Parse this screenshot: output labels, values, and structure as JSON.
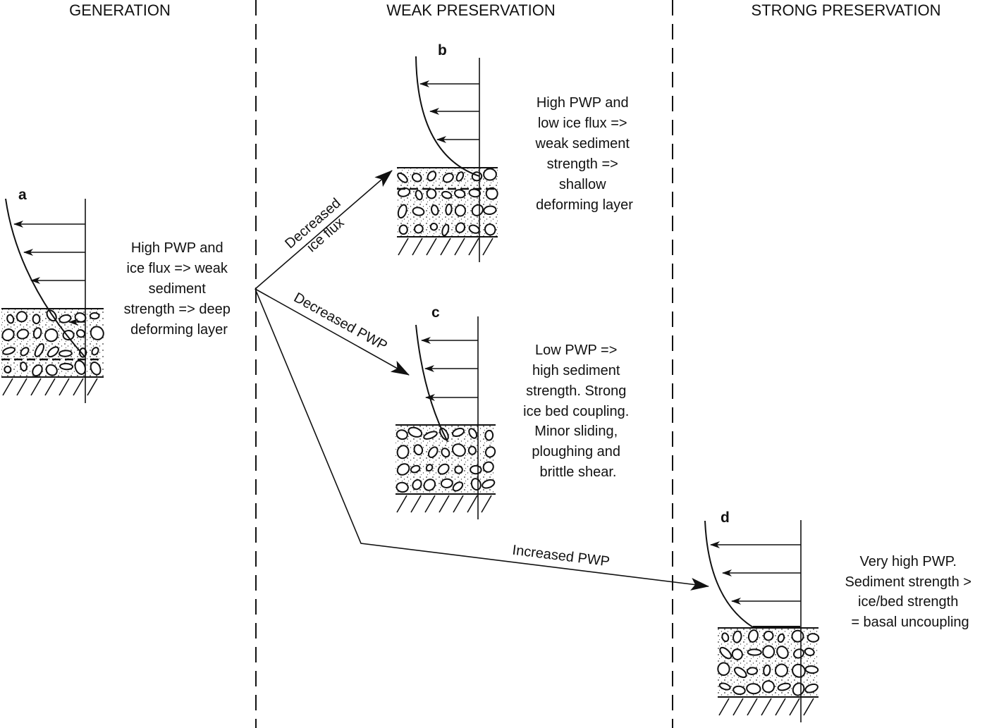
{
  "headers": {
    "generation": "GENERATION",
    "weak": "WEAK PRESERVATION",
    "strong": "STRONG PRESERVATION"
  },
  "panels": {
    "a": {
      "label": "a",
      "description": [
        "High PWP and",
        "ice flux => weak",
        "sediment",
        "strength => deep",
        "deforming layer"
      ],
      "deforming_layer": "deep"
    },
    "b": {
      "label": "b",
      "description": [
        "High PWP and",
        "low ice flux =>",
        "weak sediment",
        "strength =>",
        "shallow",
        "deforming layer"
      ],
      "deforming_layer": "shallow"
    },
    "c": {
      "label": "c",
      "description": [
        "Low PWP  =>",
        "high sediment",
        "strength. Strong",
        "ice bed coupling.",
        "Minor sliding,",
        "ploughing and",
        "brittle shear."
      ],
      "deforming_layer": "none"
    },
    "d": {
      "label": "d",
      "description": [
        "Very high PWP.",
        "Sediment strength >",
        "ice/bed strength",
        "= basal uncoupling"
      ],
      "deforming_layer": "uncoupled"
    }
  },
  "transitions": [
    {
      "from": "a",
      "to": "b",
      "label": [
        "Decreased",
        "ice flux"
      ]
    },
    {
      "from": "a",
      "to": "c",
      "label": [
        "Decreased PWP"
      ]
    },
    {
      "from": "a",
      "to": "d",
      "label": [
        "Increased PWP"
      ]
    }
  ]
}
